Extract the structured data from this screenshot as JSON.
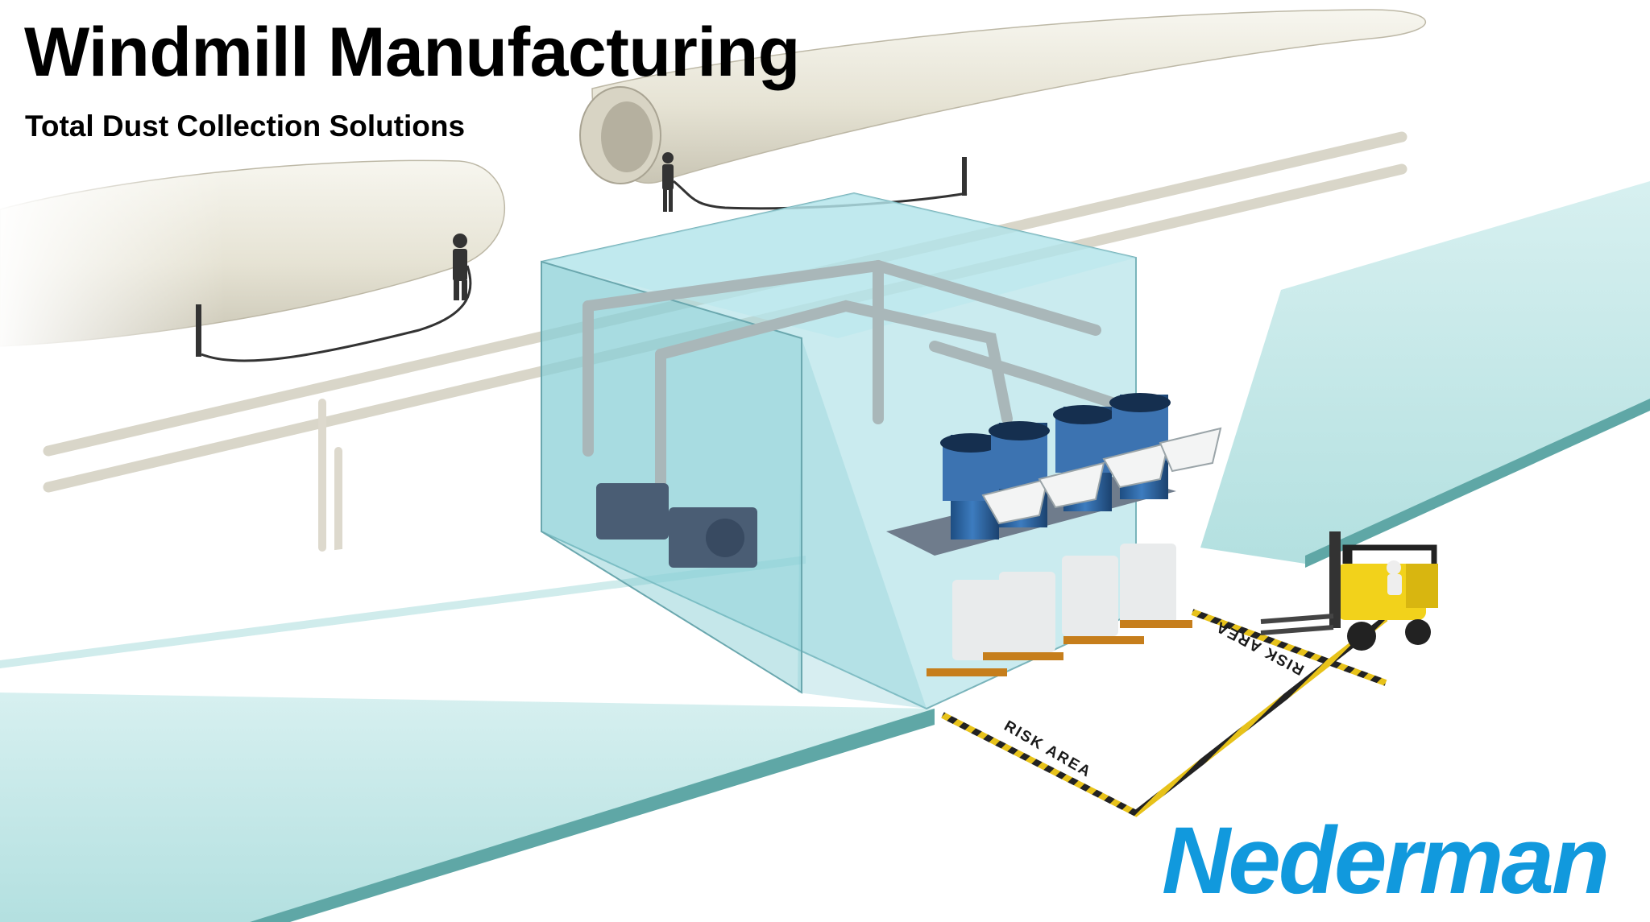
{
  "title": "Windmill Manufacturing",
  "subtitle": "Total Dust Collection Solutions",
  "brand": {
    "name": "Nederman",
    "color": "#1199dd"
  },
  "labels": {
    "risk_area_1": "RISK AREA",
    "risk_area_2": "RISK AREA"
  },
  "colors": {
    "glass_room": "#7fd0d8",
    "floor_wall": "#bfe6e6",
    "collector_body": "#2a5d95",
    "forklift": "#f2d21b",
    "blade": "#ece9dc",
    "hazard_stripe": "#e7c21a"
  }
}
